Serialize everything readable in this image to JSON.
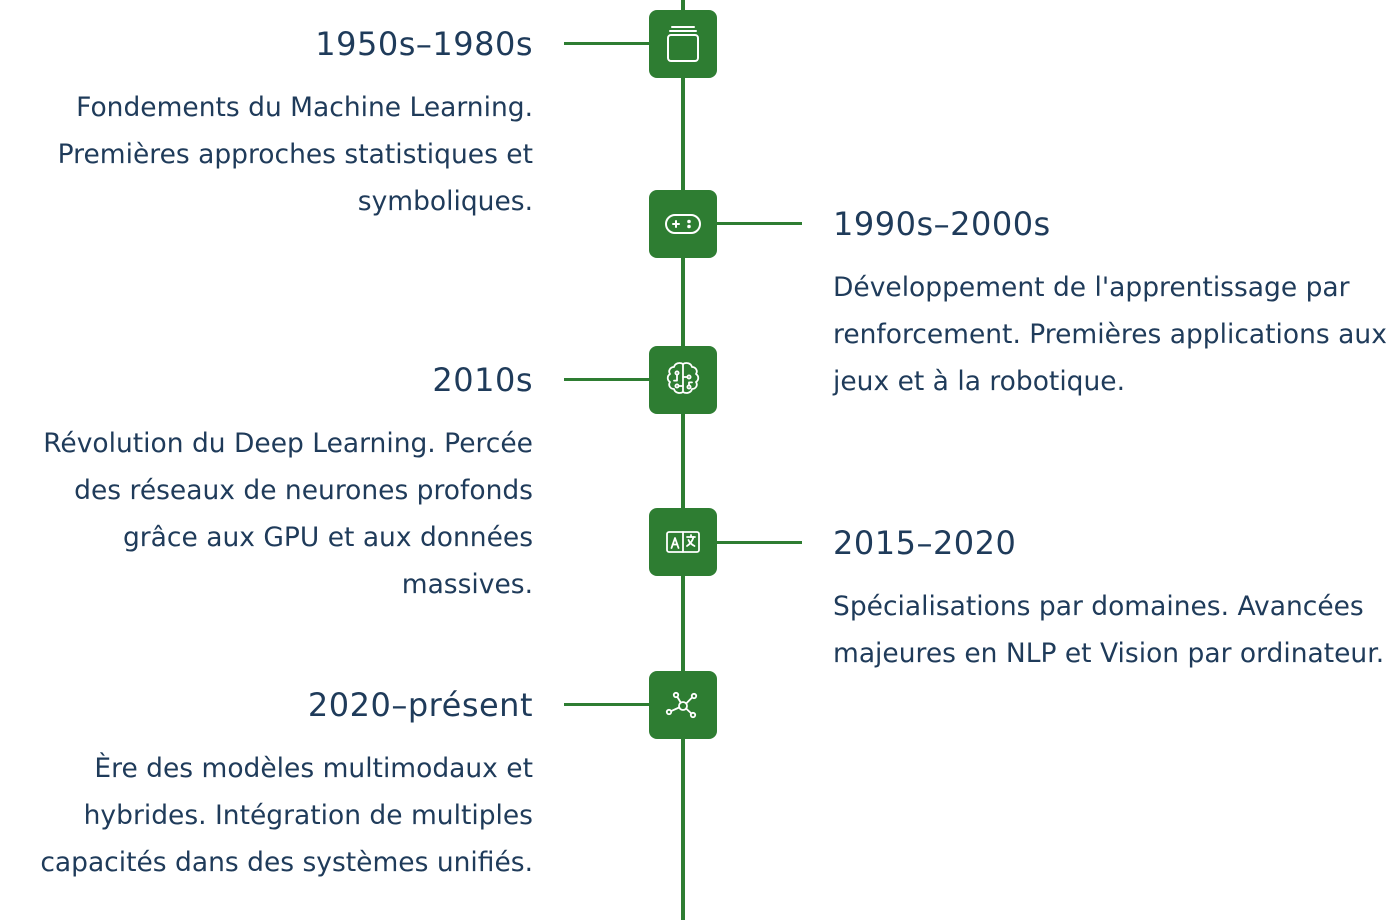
{
  "colors": {
    "accent": "#2e7d32",
    "text": "#1f3b5a",
    "icon": "#ffffff"
  },
  "timeline": [
    {
      "side": "left",
      "period": "1950s–1980s",
      "description": "Fondements du Machine Learning. Premières approches statistiques et symboliques.",
      "icon": "stack-icon"
    },
    {
      "side": "right",
      "period": "1990s–2000s",
      "description": "Développement de l'apprentissage par renforcement. Premières applications aux jeux et à la robotique.",
      "icon": "gamepad-icon"
    },
    {
      "side": "left",
      "period": "2010s",
      "description": "Révolution du Deep Learning. Percée des réseaux de neurones profonds grâce aux GPU et aux données massives.",
      "icon": "brain-circuit-icon"
    },
    {
      "side": "right",
      "period": "2015–2020",
      "description": "Spécialisations par domaines. Avancées majeures en NLP et Vision par ordinateur.",
      "icon": "translate-icon"
    },
    {
      "side": "left",
      "period": "2020–présent",
      "description": "Ère des modèles multimodaux et hybrides. Intégration de multiples capacités dans des systèmes unifiés.",
      "icon": "network-hub-icon"
    }
  ]
}
